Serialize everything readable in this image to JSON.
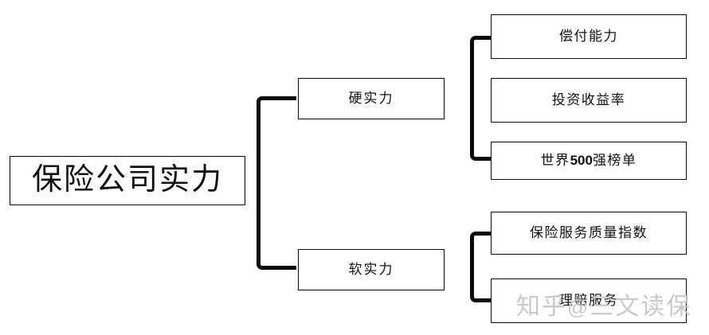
{
  "diagram": {
    "type": "tree",
    "title_node": {
      "id": "root",
      "label": "保险公司实力"
    },
    "branches": [
      {
        "id": "hard",
        "label": "硬实力",
        "children": [
          {
            "id": "solvency",
            "label": "偿付能力"
          },
          {
            "id": "roi",
            "label": "投资收益率"
          },
          {
            "id": "fortune",
            "label": "世界500强榜单",
            "label_prefix": "世界",
            "label_number": "500",
            "label_suffix": "强榜单"
          }
        ]
      },
      {
        "id": "soft",
        "label": "软实力",
        "children": [
          {
            "id": "quality",
            "label": "保险服务质量指数"
          },
          {
            "id": "claims",
            "label": "理赔服务"
          }
        ]
      }
    ],
    "connectors": [
      {
        "id": "bracket-root",
        "shape": "square-bracket-left",
        "from": "root",
        "to": [
          "hard",
          "soft"
        ]
      },
      {
        "id": "bracket-hard",
        "shape": "square-bracket-left",
        "from": "hard",
        "to": [
          "solvency",
          "roi",
          "fortune"
        ]
      },
      {
        "id": "bracket-soft",
        "shape": "square-bracket-left",
        "from": "soft",
        "to": [
          "quality",
          "claims"
        ]
      }
    ],
    "colors": {
      "background": "#ffffff",
      "box_border": "#0a0a0a",
      "text": "#111111",
      "connector": "#0a0a0a",
      "watermark": "#c9c9c9"
    }
  },
  "watermark": {
    "site": "知乎",
    "at_symbol": "@",
    "author": "三文读保",
    "full_text": "知乎 @三文读保"
  }
}
